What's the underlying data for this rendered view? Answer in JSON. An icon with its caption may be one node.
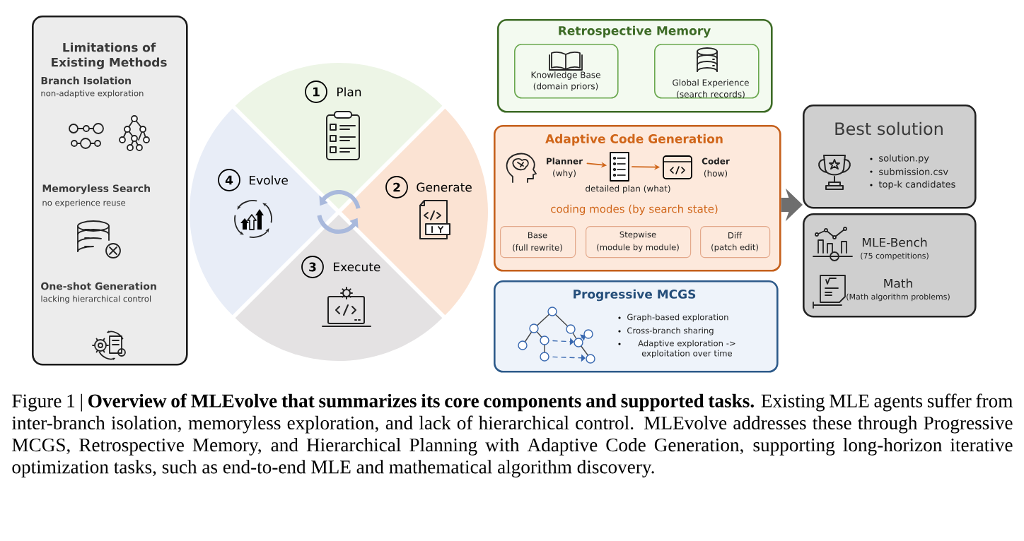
{
  "diagram": {
    "caption": "Figure 1 | **Overview of MLEvolve that summarizes its core components and supported tasks.** Existing MLE agents suffer from inter-branch isolation, memoryless exploration, and lack of hierarchical control. MLEvolve addresses these through Progressive MCGS, Retrospective Memory, and Hierarchical Planning with Adaptive Code Generation, supporting long-horizon iterative optimization tasks, such as end-to-end MLE and mathematical algorithm discovery.",
    "nodes": [
      {
        "text": [
          "Limitations of Existing Methods",
          "Branch Isolation",
          "non-adaptive exploration",
          "Memoryless Search",
          "no experience reuse",
          "One-shot Generation",
          "lacking hierarchical control"
        ]
      },
      {
        "text": [
          "1",
          "Plan"
        ]
      },
      {
        "text": [
          "2",
          "Generate"
        ]
      },
      {
        "text": [
          "3",
          "Execute"
        ]
      },
      {
        "text": [
          "4",
          "Evolve"
        ]
      },
      {
        "text": [
          "Retrospective Memory"
        ]
      },
      {
        "text": [
          "Knowledge Base",
          "(domain priors)"
        ],
        "in": 5
      },
      {
        "text": [
          "Global Experience",
          "(search records)"
        ],
        "in": 5
      },
      {
        "text": [
          "Adaptive Code Generation",
          "coding modes (by search state)"
        ]
      },
      {
        "text": [
          "Planner",
          "(why)"
        ],
        "in": 8
      },
      {
        "text": [],
        "shape": "document",
        "beside": [
          "detailed plan (what)"
        ],
        "in": 8
      },
      {
        "text": [],
        "shape": "window",
        "beside": [
          "Coder",
          "(how)"
        ],
        "in": 8
      },
      {
        "text": [
          "Base",
          "(full rewrite)"
        ],
        "in": 8
      },
      {
        "text": [
          "Stepwise",
          "(module by module)"
        ],
        "in": 8
      },
      {
        "text": [
          "Diff",
          "(patch edit)"
        ],
        "in": 8
      },
      {
        "text": [
          "Progressive MCGS",
          "Graph-based exploration",
          "Cross-branch sharing",
          "Adaptive exploration -> exploitation over time"
        ]
      },
      {
        "text": [
          "Best solution",
          "solution.py",
          "submission.csv",
          "top-k candidates"
        ]
      },
      {
        "text": [
          "MLE-Bench",
          "(75 competitions)",
          "Math",
          "(Math algorithm problems)"
        ]
      }
    ],
    "edges": [
      {
        "from": 9,
        "to": 10,
        "arrow": "to"
      },
      {
        "from": 10,
        "to": 11,
        "arrow": "to"
      },
      {
        "from": 8,
        "to": 16,
        "arrow": "to",
        "style": "thick",
        "color": "#6e6e6e"
      }
    ]
  }
}
